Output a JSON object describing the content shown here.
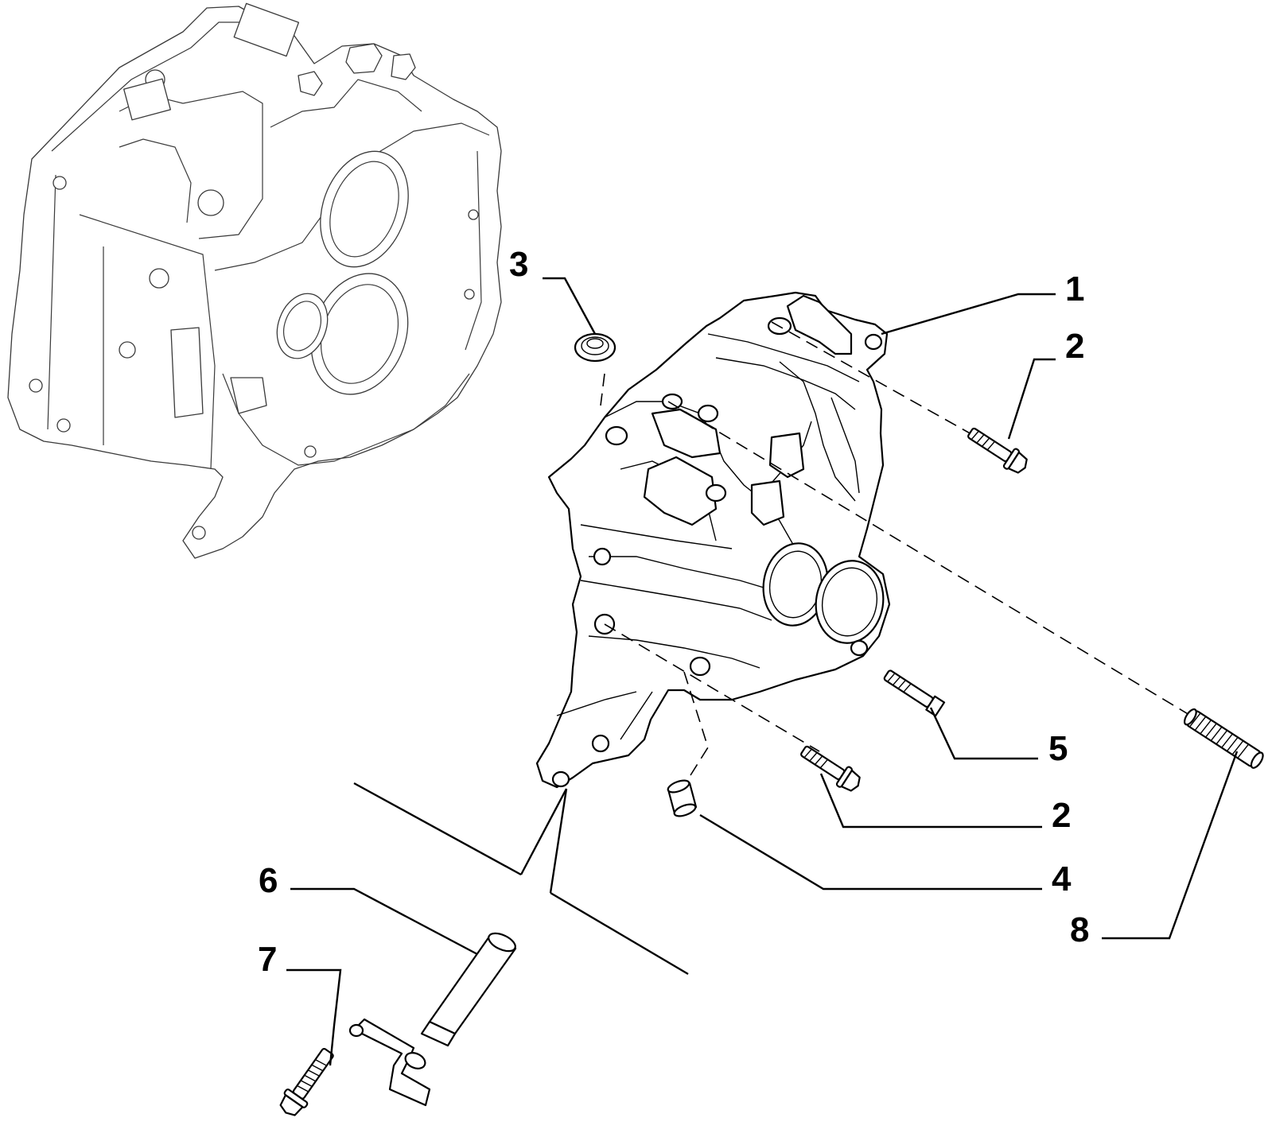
{
  "callouts": [
    {
      "id": "1",
      "label": "1",
      "part": "gearbox-cover"
    },
    {
      "id": "2a",
      "label": "2",
      "part": "flanged-bolt"
    },
    {
      "id": "3",
      "label": "3",
      "part": "plug-washer"
    },
    {
      "id": "5",
      "label": "5",
      "part": "screw"
    },
    {
      "id": "2b",
      "label": "2",
      "part": "flanged-bolt"
    },
    {
      "id": "4",
      "label": "4",
      "part": "centering-bush"
    },
    {
      "id": "6",
      "label": "6",
      "part": "shift-shaft-with-lever"
    },
    {
      "id": "8",
      "label": "8",
      "part": "stud"
    },
    {
      "id": "7",
      "label": "7",
      "part": "flanged-bolt"
    }
  ],
  "colors": {
    "line": "#000000",
    "ghost_line": "#3a3a3a",
    "background": "#ffffff"
  }
}
